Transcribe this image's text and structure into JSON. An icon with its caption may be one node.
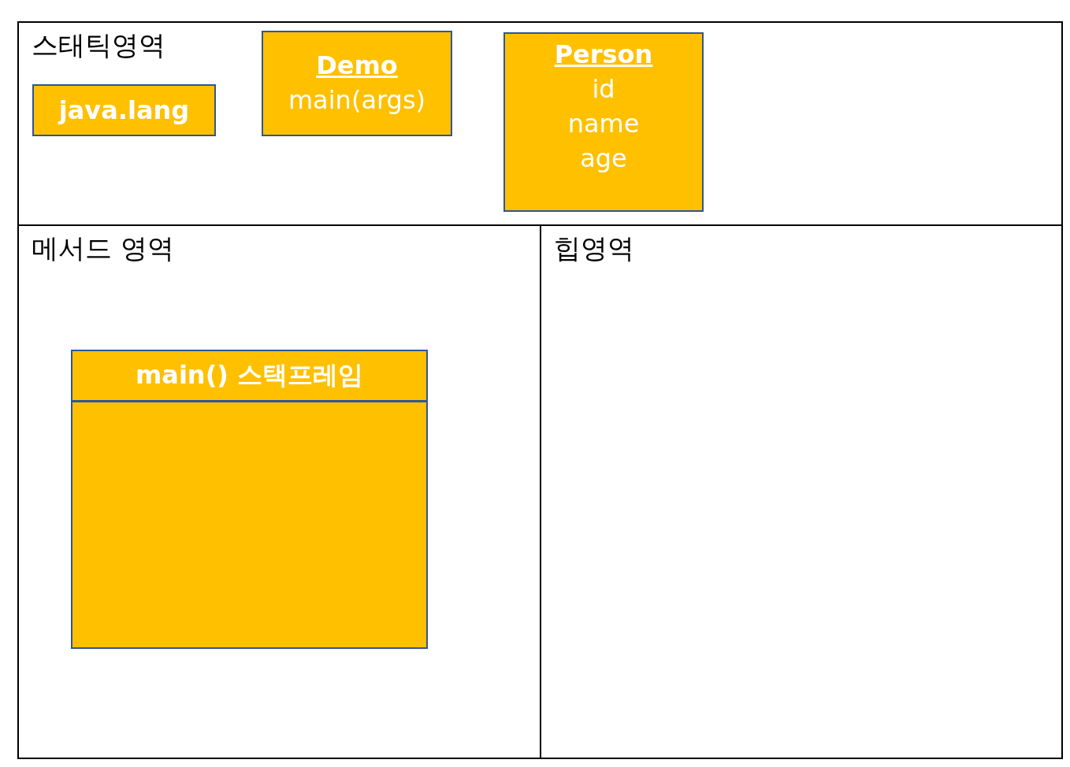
{
  "diagram": {
    "nodes": [
      {
        "text": [
          "스태틱영역"
        ]
      },
      {
        "text": [
          "java.lang"
        ],
        "in": 0
      },
      {
        "text": [
          "Demo",
          "main(args)"
        ],
        "in": 0
      },
      {
        "text": [
          "Person",
          "id",
          "name",
          "age"
        ],
        "in": 0
      },
      {
        "text": [
          "메서드 영역"
        ]
      },
      {
        "text": [
          "main() 스택프레임"
        ],
        "in": 4
      },
      {
        "text": [
          "힙영역"
        ]
      }
    ],
    "edges": []
  }
}
